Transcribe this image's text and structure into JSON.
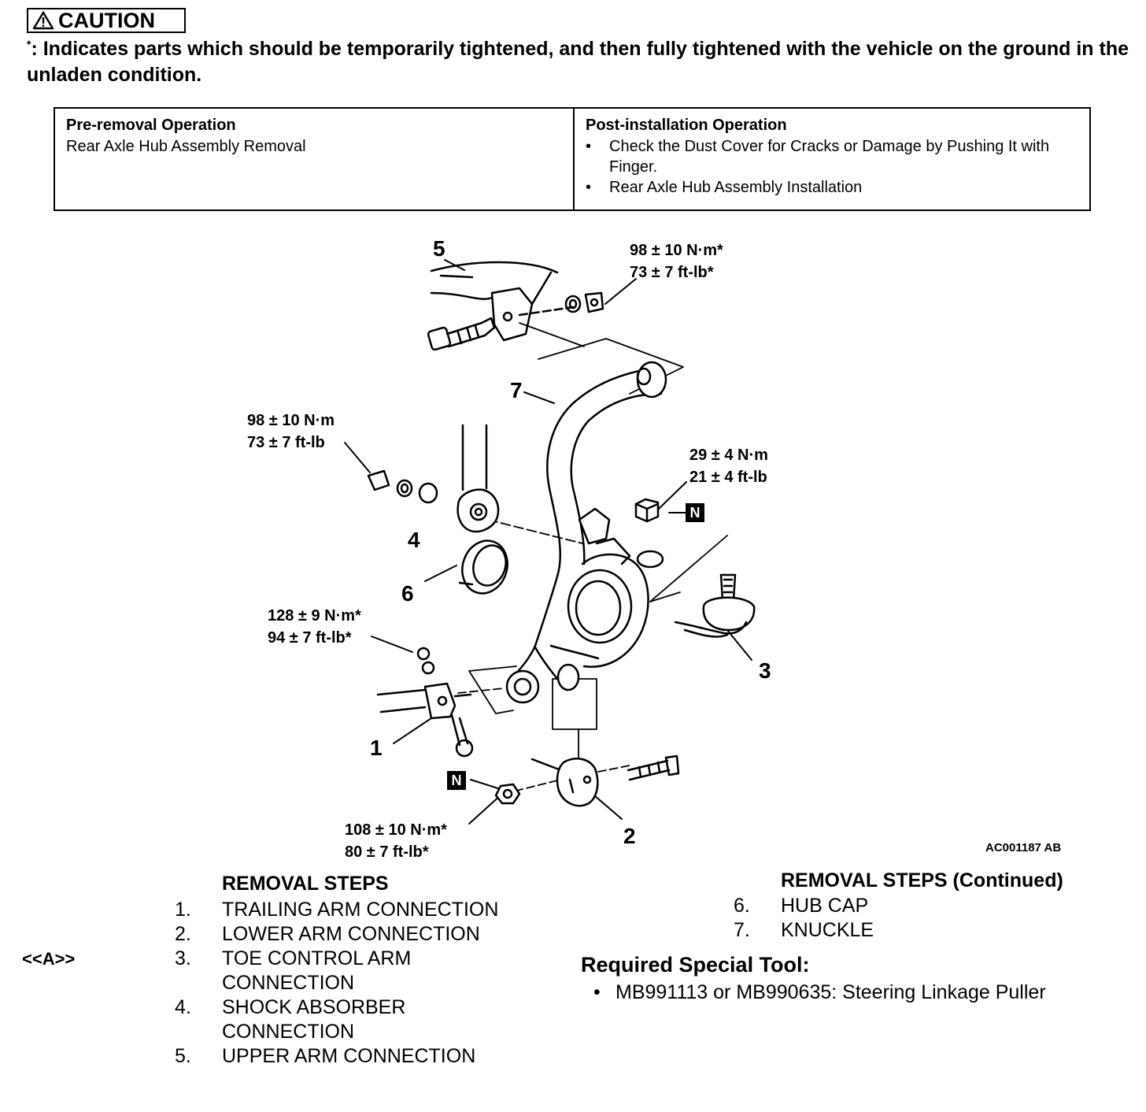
{
  "caution": {
    "label": "CAUTION",
    "asterisk": "*",
    "note": ": Indicates parts which should be temporarily tightened, and then fully tightened with the vehicle on the ground in the unladen condition."
  },
  "operations": {
    "pre_removal": {
      "title": "Pre-removal Operation",
      "items": [
        "Rear Axle Hub Assembly Removal"
      ]
    },
    "post_installation": {
      "title": "Post-installation Operation",
      "items": [
        "Check the Dust Cover for Cracks or Damage by Pushing It with Finger.",
        "Rear Axle Hub Assembly Installation"
      ]
    }
  },
  "diagram": {
    "part_numbers": [
      "5",
      "7",
      "4",
      "6",
      "3",
      "1",
      "2"
    ],
    "torque_labels": [
      {
        "nm": "98 ± 10 N·m*",
        "ftlb": "73 ± 7 ft-lb*"
      },
      {
        "nm": "98 ± 10 N·m",
        "ftlb": "73 ± 7 ft-lb"
      },
      {
        "nm": "29 ± 4 N·m",
        "ftlb": "21 ± 4 ft-lb"
      },
      {
        "nm": "128 ± 9 N·m*",
        "ftlb": "94 ± 7 ft-lb*"
      },
      {
        "nm": "108 ± 10 N·m*",
        "ftlb": "80 ± 7 ft-lb*"
      }
    ],
    "n_badge": "N",
    "figure_code": "AC001187 AB"
  },
  "removal_steps": {
    "title": "REMOVAL STEPS",
    "steps": [
      {
        "num": "1.",
        "text": "TRAILING ARM CONNECTION"
      },
      {
        "num": "2.",
        "text": "LOWER ARM CONNECTION"
      },
      {
        "num": "3.",
        "text": "TOE CONTROL ARM",
        "text2": "CONNECTION",
        "note": "<<A>>"
      },
      {
        "num": "4.",
        "text": "SHOCK ABSORBER",
        "text2": "CONNECTION"
      },
      {
        "num": "5.",
        "text": "UPPER ARM CONNECTION"
      }
    ]
  },
  "removal_steps_continued": {
    "title": "REMOVAL STEPS (Continued)",
    "steps": [
      {
        "num": "6.",
        "text": "HUB CAP"
      },
      {
        "num": "7.",
        "text": "KNUCKLE"
      }
    ]
  },
  "special_tool": {
    "title": "Required Special Tool:",
    "items": [
      "MB991113 or MB990635: Steering Linkage Puller"
    ]
  }
}
